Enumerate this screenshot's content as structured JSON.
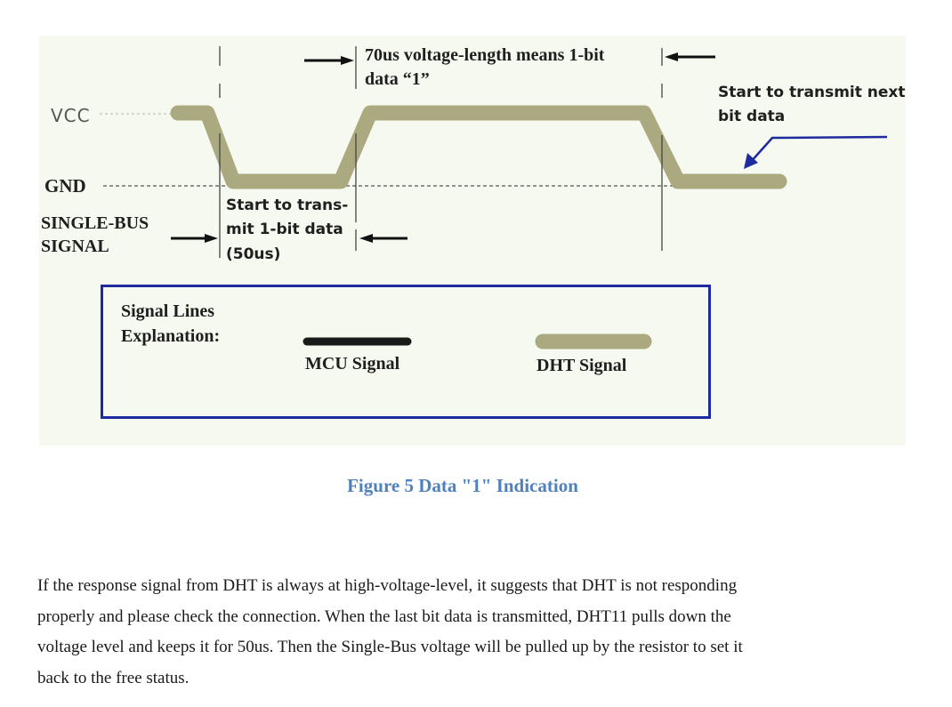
{
  "diagram": {
    "vcc_label": "VCC",
    "gnd_label": "GND",
    "bus_label_line1": "SINGLE-BUS",
    "bus_label_line2": "SIGNAL",
    "top_annotation_line1": "70us voltage-length means 1-bit",
    "top_annotation_line2": "data “1”",
    "start_line1": "Start to trans-",
    "start_line2": "mit 1-bit data",
    "start_line3": "(50us)",
    "next_line1": "Start to transmit next",
    "next_line2": "bit data",
    "colors": {
      "dht_signal": "#aaa97f",
      "mcu_signal": "#1a1a1a",
      "legend_border": "#1d2aa0",
      "arrow": "#1d2aa0"
    }
  },
  "legend": {
    "title_line1": "Signal Lines",
    "title_line2": "Explanation:",
    "mcu_label": "MCU Signal",
    "dht_label": "DHT Signal"
  },
  "caption": "Figure 5 Data \"1\" Indication",
  "paragraph": "If the response signal from DHT is always at high-voltage-level, it suggests that DHT is not responding properly and please check the connection. When the last bit data is transmitted, DHT11 pulls down the voltage level and keeps it for 50us. Then the Single-Bus voltage will be pulled up by the resistor to set it back to the free status."
}
